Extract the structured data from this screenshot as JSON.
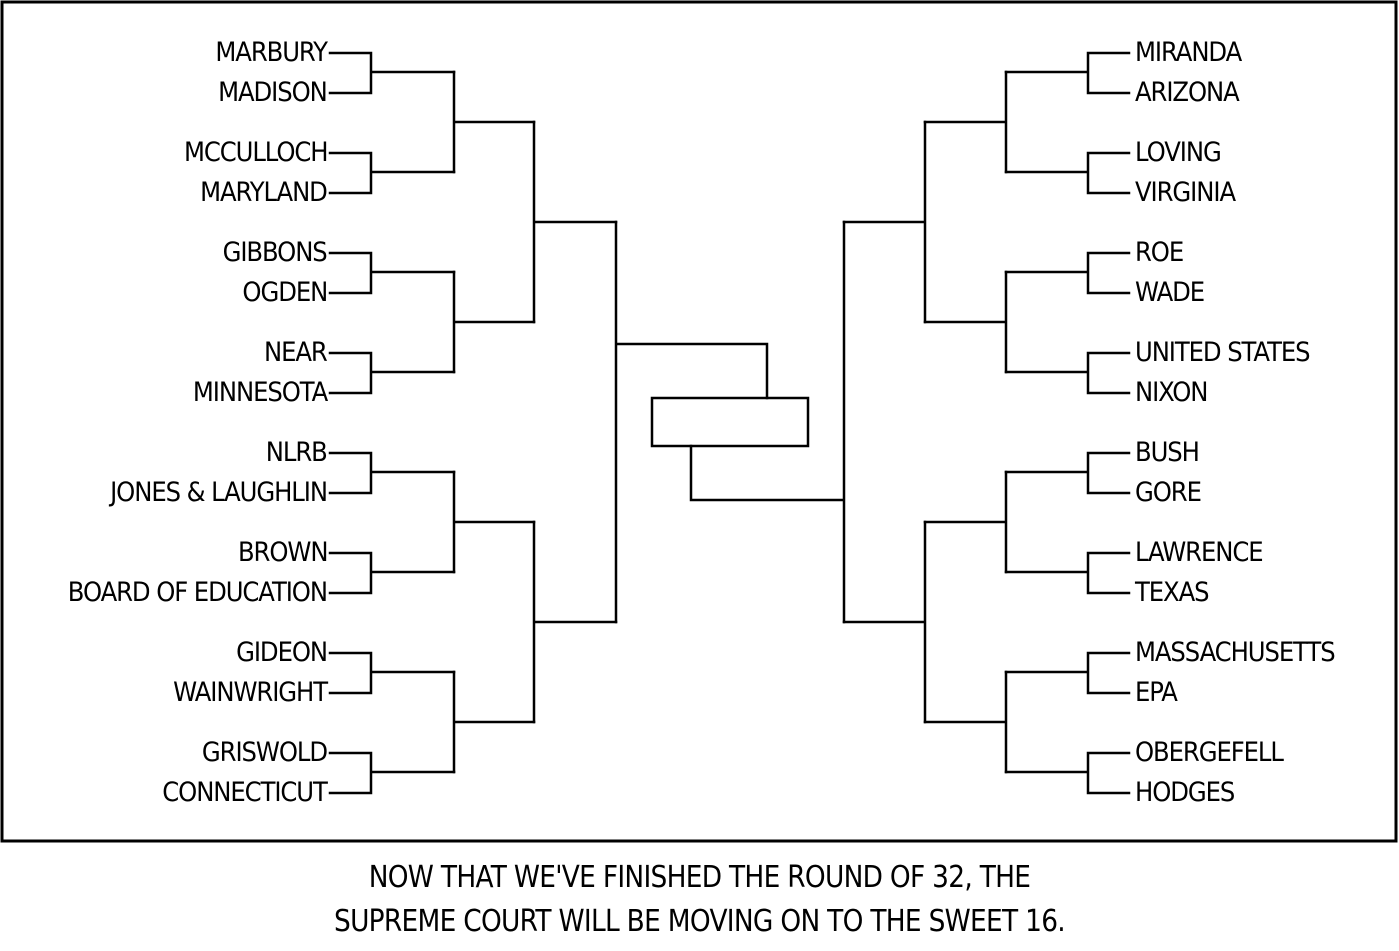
{
  "bracket": {
    "left_teams": [
      "MARBURY",
      "MADISON",
      "MCCULLOCH",
      "MARYLAND",
      "GIBBONS",
      "OGDEN",
      "NEAR",
      "MINNESOTA",
      "NLRB",
      "JONES & LAUGHLIN",
      "BROWN",
      "BOARD OF EDUCATION",
      "GIDEON",
      "WAINWRIGHT",
      "GRISWOLD",
      "CONNECTICUT"
    ],
    "right_teams": [
      "MIRANDA",
      "ARIZONA",
      "LOVING",
      "VIRGINIA",
      "ROE",
      "WADE",
      "UNITED STATES",
      "NIXON",
      "BUSH",
      "GORE",
      "LAWRENCE",
      "TEXAS",
      "MASSACHUSETTS",
      "EPA",
      "OBERGEFELL",
      "HODGES"
    ],
    "champion": ""
  },
  "caption": {
    "line1": "NOW THAT WE'VE FINISHED THE ROUND OF 32, THE",
    "line2": "SUPREME COURT WILL BE MOVING ON TO THE SWEET 16."
  }
}
